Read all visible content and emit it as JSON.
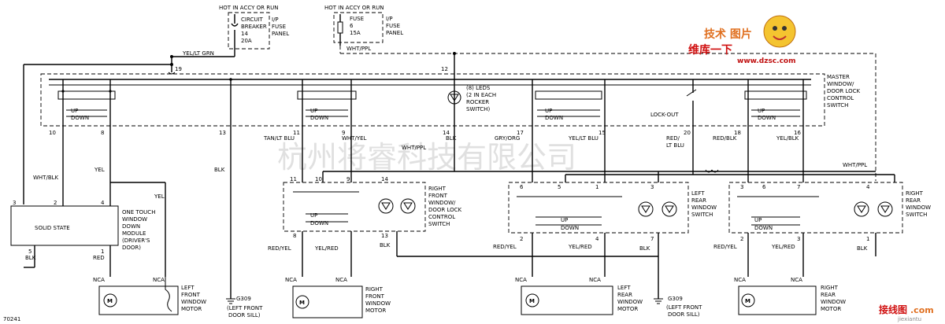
{
  "labels": {
    "hot1": "HOT IN ACCY OR RUN",
    "hot2": "HOT IN ACCY OR RUN",
    "cb1": "CIRCUIT",
    "cb2": "BREAKER",
    "cb3": "14",
    "cb4": "20A",
    "ip1a": "I/P",
    "ip1b": "FUSE",
    "ip1c": "PANEL",
    "fuse1": "FUSE",
    "fuse2": "6",
    "fuse3": "15A",
    "ip2a": "I/P",
    "ip2b": "FUSE",
    "ip2c": "PANEL",
    "yel_lt_grn": "YEL/LT GRN",
    "wht_ppl_top": "WHT/PPL",
    "c19": "19",
    "c12": "12",
    "master1": "MASTER",
    "master2": "WINDOW/",
    "master3": "DOOR LOCK",
    "master4": "CONTROL",
    "master5": "SWITCH",
    "leds1": "(8) LEDS",
    "leds2": "(2 IN EACH",
    "leds3": "ROCKER",
    "leds4": "SWITCH)",
    "lockout": "LOCK-OUT",
    "up": "UP",
    "down": "DOWN",
    "p10": "10",
    "p8": "8",
    "p13": "13",
    "p11": "11",
    "p9": "9",
    "p14": "14",
    "p17": "17",
    "p15": "15",
    "p20": "20",
    "p18": "18",
    "p16": "16",
    "tan_lt_blu": "TAN/LT BLU",
    "wht_yel": "WHT/YEL",
    "blk": "BLK",
    "gry_org": "GRY/ORG",
    "yel_lt_blu": "YEL/LT BLU",
    "red_lt_blu1": "RED/",
    "red_lt_blu2": "LT BLU",
    "red_blk": "RED/BLK",
    "yel_blk": "YEL/BLK",
    "wht_blk": "WHT/BLK",
    "yel": "YEL",
    "wht_ppl_mid": "WHT/PPL",
    "wht_ppl_right": "WHT/PPL",
    "solid_state": "SOLID STATE",
    "one_touch1": "ONE TOUCH",
    "one_touch2": "WINDOW",
    "one_touch3": "DOWN",
    "one_touch4": "MODULE",
    "one_touch5": "(DRIVER'S",
    "one_touch6": "DOOR)",
    "red": "RED",
    "rf_sw1": "RIGHT",
    "rf_sw2": "FRONT",
    "rf_sw3": "WINDOW/",
    "rf_sw4": "DOOR LOCK",
    "rf_sw5": "CONTROL",
    "rf_sw6": "SWITCH",
    "lr_sw1": "LEFT",
    "lr_sw2": "REAR",
    "lr_sw3": "WINDOW",
    "lr_sw4": "SWITCH",
    "rr_sw1": "RIGHT",
    "rr_sw2": "REAR",
    "rr_sw3": "WINDOW",
    "rr_sw4": "SWITCH",
    "red_yel": "RED/YEL",
    "yel_red": "YEL/RED",
    "nca": "NCA",
    "lf_m1": "LEFT",
    "lf_m2": "FRONT",
    "lf_m3": "WINDOW",
    "lf_m4": "MOTOR",
    "rf_m1": "RIGHT",
    "rf_m2": "FRONT",
    "rf_m3": "WINDOW",
    "rf_m4": "MOTOR",
    "lr_m1": "LEFT",
    "lr_m2": "REAR",
    "lr_m3": "WINDOW",
    "lr_m4": "MOTOR",
    "rr_m1": "RIGHT",
    "rr_m2": "REAR",
    "rr_m3": "WINDOW",
    "rr_m4": "MOTOR",
    "g309": "G309",
    "g309_sub1": "(LEFT FRONT",
    "g309_sub2": "DOOR SILL)",
    "m_symbol": "M",
    "fig_id": "70241",
    "watermark_cn": "杭州将睿科技有限公司",
    "logo_cn": "维库一下",
    "logo_url": "www.dzsc.com",
    "logo_top": "技术 图片",
    "corner_logo": "接线图",
    "corner_logo2": ".com",
    "corner_url": "jiexiantu"
  }
}
